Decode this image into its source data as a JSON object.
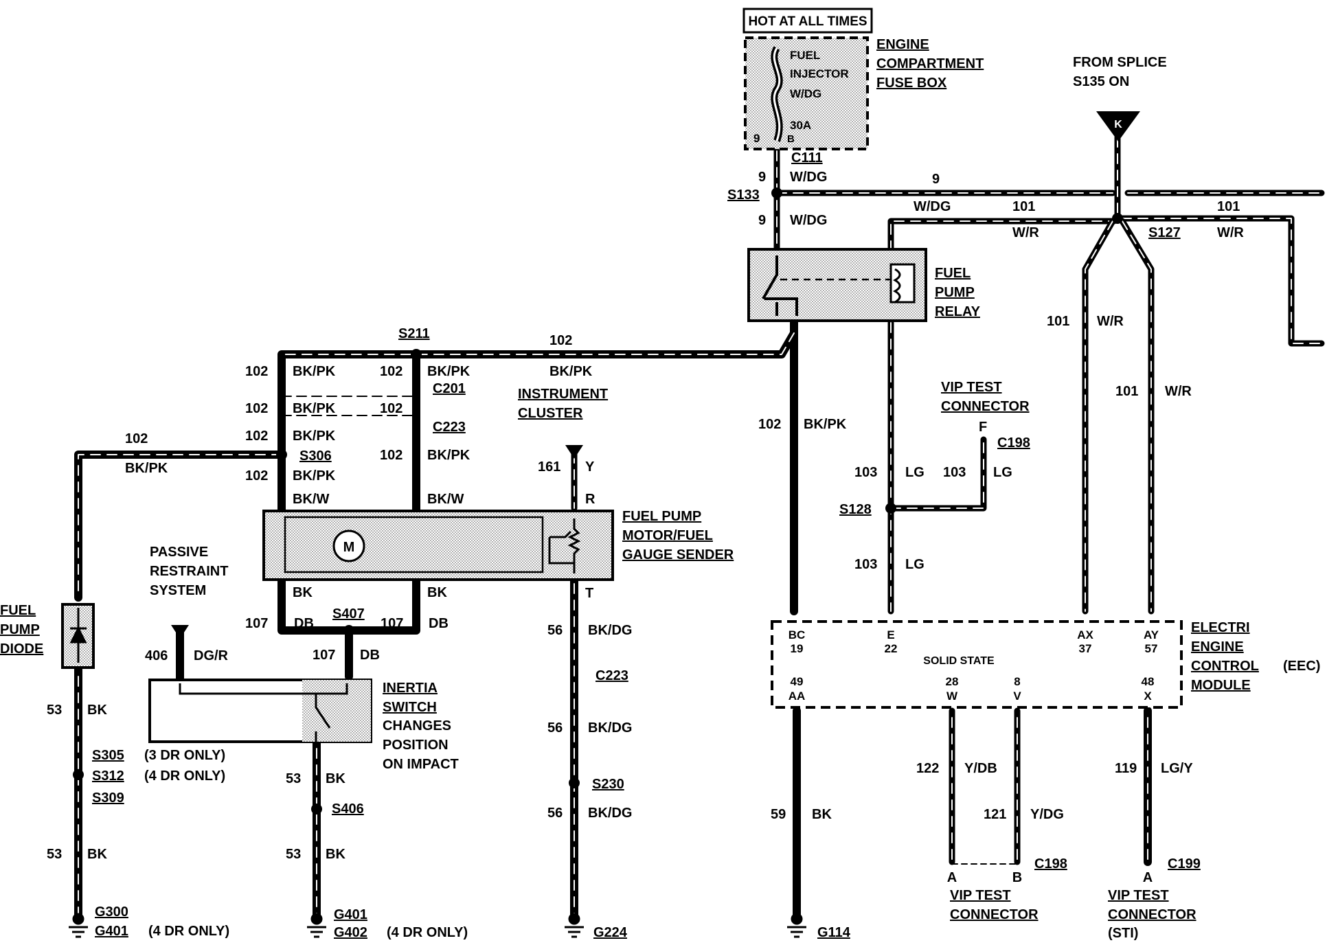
{
  "colors": {
    "ink": "#000000",
    "background": "#ffffff",
    "shade": "#cfcfcf"
  },
  "icons": [
    "splice-dot",
    "ground-symbol",
    "motor-symbol",
    "diode-symbol",
    "fuse-symbol",
    "relay-coil",
    "switch-symbol",
    "reference-arrow"
  ],
  "header": {
    "hot": "HOT AT ALL TIMES",
    "fuse_lines": [
      "FUEL",
      "INJECTOR",
      "W/DG"
    ],
    "fuse_rating": "30A",
    "fuse_pin_b": "B",
    "fuse_pin_9": "9",
    "fuse_box": [
      "ENGINE",
      "COMPARTMENT",
      "FUSE BOX"
    ],
    "from_splice": [
      "FROM  SPLICE",
      "S135 ON"
    ],
    "ref_letter": "K"
  },
  "top": {
    "c111": "C111",
    "c111_color": "W/DG",
    "c111_num": "9",
    "s133": "S133",
    "s133_num": "9",
    "s133_color": "W/DG",
    "horiz_num": "9",
    "bus_color": "W/DG",
    "bus_num": "101",
    "bus_wr": "W/R",
    "right_num": "101",
    "right_wr": "W/R",
    "s127": "S127"
  },
  "relay": {
    "label": [
      "FUEL",
      "PUMP",
      "RELAY"
    ]
  },
  "wires102": {
    "s211": "S211",
    "top_num": "102",
    "top_color": "BK/PK",
    "lcol_nums": [
      "102",
      "102",
      "102",
      "102"
    ],
    "lcol_colors": [
      "BK/PK",
      "BK/PK",
      "BK/PK",
      "BK/PK"
    ],
    "mcol_nums": [
      "102",
      "102",
      "102"
    ],
    "mcol_colors": [
      "BK/PK",
      "BK/PK"
    ],
    "c201": "C201",
    "c223": "C223",
    "s306": "S306",
    "left_num": "102",
    "left_color": "BK/PK",
    "bkw1": "BK/W",
    "bkw2": "BK/W",
    "right_num": "102",
    "right_color": "BK/PK"
  },
  "cluster": [
    "INSTRUMENT",
    "CLUSTER"
  ],
  "vip_top": {
    "label": [
      "VIP TEST",
      "CONNECTOR"
    ],
    "pin": "F",
    "conn": "C198"
  },
  "lg": {
    "n1": "103",
    "c1": "LG",
    "n2": "103",
    "c2": "LG",
    "s128": "S128",
    "n3": "103",
    "c3": "LG"
  },
  "wr_drops": {
    "n1": "101",
    "c1": "W/R",
    "n2": "101",
    "c2": "W/R"
  },
  "sender": {
    "label": [
      "FUEL PUMP",
      "MOTOR/FUEL",
      "GAUGE SENDER"
    ],
    "y_num": "161",
    "y_color": "Y",
    "r": "R",
    "t": "T",
    "m": "M"
  },
  "prs": [
    "PASSIVE",
    "RESTRAINT",
    "SYSTEM"
  ],
  "bottom_mid": {
    "bk_l": "BK",
    "bk_r": "BK",
    "db_l": "DB",
    "db_r": "DB",
    "n107_l": "107",
    "n107_r": "107",
    "s407": "S407",
    "n107_c": "107",
    "db_c": "DB"
  },
  "diode": {
    "label": [
      "FUEL",
      "PUMP",
      "DIODE"
    ],
    "n1": "53",
    "c1": "BK",
    "s305": "S305",
    "s305_note": "(3 DR ONLY)",
    "s312": "S312",
    "s312_note": "(4 DR ONLY)",
    "s309": "S309",
    "n2": "53",
    "c2": "BK",
    "g300": "G300",
    "g401": "G401",
    "g_note": "(4 DR ONLY)"
  },
  "inertia": {
    "label": [
      "INERTIA",
      "SWITCH"
    ],
    "note": [
      "CHANGES",
      "POSITION",
      "ON IMPACT"
    ],
    "in_num": "406",
    "in_color": "DG/R",
    "n1": "53",
    "c1": "BK",
    "s406": "S406",
    "n2": "53",
    "c2": "BK",
    "g401": "G401",
    "g402": "G402",
    "g_note": "(4 DR ONLY)"
  },
  "sender_wire": {
    "n1": "56",
    "c1": "BK/DG",
    "c223": "C223",
    "n2": "56",
    "c2": "BK/DG",
    "s230": "S230",
    "n3": "56",
    "c3": "BK/DG",
    "g224": "G224"
  },
  "eec": {
    "label": [
      "ELECTRI",
      "ENGINE",
      "CONTROL",
      "MODULE"
    ],
    "eec_tag": "(EEC)",
    "solid": "SOLID STATE",
    "pins_top": [
      [
        "BC",
        "19"
      ],
      [
        "E",
        "22"
      ],
      [
        "AX",
        "37"
      ],
      [
        "AY",
        "57"
      ]
    ],
    "pins_bot": [
      [
        "49",
        "AA"
      ],
      [
        "28",
        "W"
      ],
      [
        "8",
        "V"
      ],
      [
        "48",
        "X"
      ]
    ]
  },
  "gnd114": {
    "n": "59",
    "c": "BK",
    "g": "G114"
  },
  "vip_bottom": {
    "n122": "122",
    "c122": "Y/DB",
    "n121": "121",
    "c121": "Y/DG",
    "pin_a": "A",
    "pin_b": "B",
    "c198": "C198",
    "label": [
      "VIP TEST",
      "CONNECTOR"
    ],
    "n119": "119",
    "c119": "LG/Y",
    "pin_a2": "A",
    "c199": "C199",
    "label2": [
      "VIP TEST",
      "CONNECTOR"
    ],
    "sti": "(STI)"
  }
}
